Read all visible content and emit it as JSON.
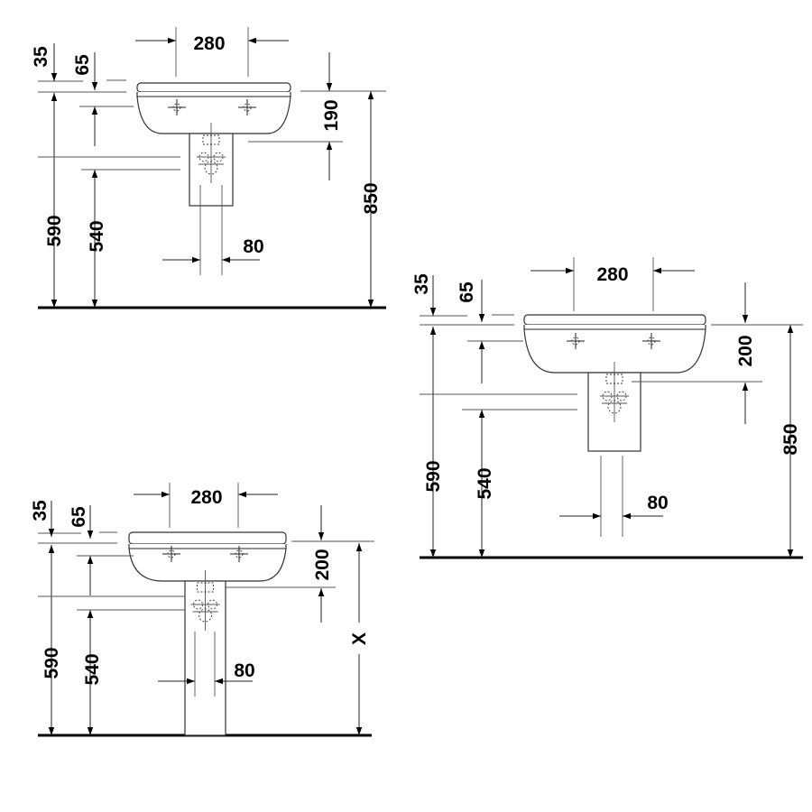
{
  "views": [
    {
      "name": "wall-mounted-semi-pedestal-190",
      "width": "280",
      "top_offset": "35",
      "rim_offset": "65",
      "bowl_depth": "190",
      "siphon_height": "590",
      "supply_height": "540",
      "total_height": "850",
      "pedestal_width": "80"
    },
    {
      "name": "wall-mounted-semi-pedestal-200",
      "width": "280",
      "top_offset": "35",
      "rim_offset": "65",
      "bowl_depth": "200",
      "siphon_height": "590",
      "supply_height": "540",
      "total_height": "850",
      "pedestal_width": "80"
    },
    {
      "name": "full-pedestal",
      "width": "280",
      "top_offset": "35",
      "rim_offset": "65",
      "bowl_depth": "200",
      "siphon_height": "590",
      "supply_height": "540",
      "total_height": "X",
      "pedestal_width": "80"
    }
  ]
}
